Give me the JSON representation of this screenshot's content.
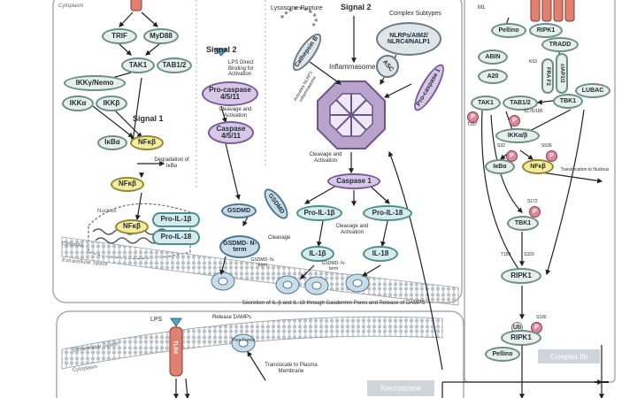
{
  "regions": {
    "cytoplasm": "Cytoplasm",
    "nucleus": "Nucleus",
    "cytosolic": "Cytosolic",
    "extracellular_space": "Extracellular Space",
    "extracellular_space_lower": "Extracellular Space",
    "cytoplasm_lower": "Cytoplasm"
  },
  "left_panel": {
    "trif": "TRIF",
    "myd88": "MyD88",
    "tak1": "TAK1",
    "tab12": "TAB1/2",
    "ikky_nemo": "IKKγ/Nemo",
    "ikka": "IKKα",
    "ikkb": "IKKβ",
    "signal1": "Signal 1",
    "ikba": "IκBα",
    "nfkb_cyt": "NFκβ",
    "degradation_note": "Degradation of IκBα",
    "nfkb_mid": "NFκβ",
    "nfkb_nuc": "NFκβ",
    "pro_il1b": "Pro-IL-1β",
    "pro_il18": "Pro-IL-18"
  },
  "signal2_panel": {
    "title": "Signal 2",
    "lps_note": "LPS  Direct Binding for Activation",
    "pro_caspase": "Pro-caspase 4/5/11",
    "cleavage_note": "Cleavage and Activation",
    "caspase": "Caspase 4/5/11"
  },
  "center_panel": {
    "lysosome_rupture": "Lysosome Rupture",
    "signal2": "Signal 2",
    "complex_subtypes": "Complex Subtypes",
    "cathepsin": "Cathepsin B",
    "activates_note": "Activates NLRP3 Inflammasome",
    "nlrps": "NLRPs/AIM2/ NLRC4/NALP1",
    "asc": "ASC",
    "pro_caspase1": "Pro-caspase 1",
    "inflammasome": "Inflammasome",
    "cleavage_activation": "Cleavage and Activation",
    "caspase1": "Caspase 1",
    "gsdmd": "GSDMD",
    "gsdmd_b": "GSDMD",
    "gsdmd_nterm": "GSDMD- N-term",
    "cleavage": "Cleavage",
    "pro_il1b": "Pro-IL-1β",
    "pro_il18": "Pro-IL-18",
    "cleavage_activation2": "Cleavage and Activation",
    "il1b": "IL-1β",
    "il18": "IL-18",
    "gsdmd_nterm_small": "GSDMD- N-term",
    "gsdmd_nterm_small2": "GSDMD- N-term",
    "secretion_note": "Secretion of IL-β and IL-18 through Gasdermin Pores and Release of DAMPS"
  },
  "right_panel": {
    "m1": "M1",
    "pellino_top": "Pellino",
    "ripk1_top": "RIPK1",
    "tradd": "TRADD",
    "abin": "ABIN",
    "a20": "A20",
    "k63": "K63",
    "fra_f2": "FRA F2",
    "ciap12": "cIAP1/2",
    "lubac": "LUBAC",
    "tak1": "TAK1",
    "tab12": "TAB1/2",
    "tbk1": "TBK1",
    "s176": "S176/180",
    "t187": "T187",
    "ikka_b": "IKKα/β",
    "s32": "S32",
    "s536": "S536",
    "ikba": "IκBα",
    "nfkb": "NFκβ",
    "translocation": "Translocation to Nucleus",
    "s172": "S172",
    "tbk1_b": "TBK1",
    "t189": "T189",
    "s320": "S320",
    "ripk1": "RIPK1",
    "s166": "S166",
    "ub": "Ub",
    "ripk1_b": "RIPK1",
    "pellino": "Pellino",
    "complex_iib": "Complex IIb"
  },
  "lower_panel": {
    "lps": "LPS",
    "tlr4": "TLR4",
    "release_damps": "Release DAMPs",
    "pore_note": "Pore Forms",
    "translocate": "Translocate to Plasma Membrane",
    "necrosome": "Necrosome"
  },
  "colors": {
    "node_fill": "#e6efe9",
    "node_border": "#6f8f86",
    "caspase_fill": "#d9c7e8",
    "caspase_border": "#7a5c99",
    "il_fill": "#d6ecec",
    "il_border": "#4f8f8f",
    "nfkb_fill": "#f6ec9b",
    "nfkb_border": "#8f8a3a",
    "inflammasome": "#9b7fb3",
    "membrane": "#9aa3aa"
  }
}
